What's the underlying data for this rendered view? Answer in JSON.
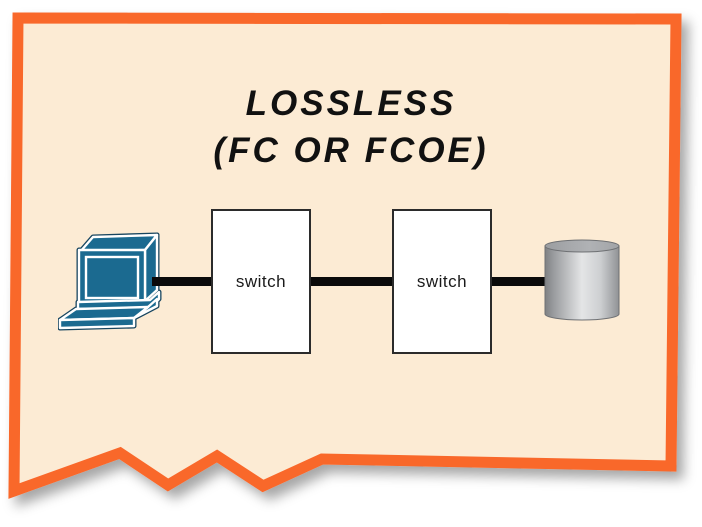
{
  "panel": {
    "style": "torn-paper-sheet",
    "border_color": "#F9672B",
    "background_color": "#FCEBD4",
    "shadow_color": "rgba(0,0,0,0.35)"
  },
  "title": {
    "line1": "LOSSLESS",
    "line2": "(FC OR FCOE)",
    "color": "#111111"
  },
  "nodes": [
    {
      "id": "workstation",
      "kind": "workstation-icon",
      "label": "",
      "color": "#1B6A90"
    },
    {
      "id": "switch-1",
      "kind": "box",
      "label": "switch"
    },
    {
      "id": "switch-2",
      "kind": "box",
      "label": "switch"
    },
    {
      "id": "storage",
      "kind": "storage-cylinder-icon",
      "label": "",
      "color_light": "#E4E5E6",
      "color_dark": "#7F8184"
    }
  ],
  "links": [
    {
      "from": "workstation",
      "to": "switch-1",
      "color": "#0A0A0A"
    },
    {
      "from": "switch-1",
      "to": "switch-2",
      "color": "#0A0A0A"
    },
    {
      "from": "switch-2",
      "to": "storage",
      "color": "#0A0A0A"
    }
  ]
}
